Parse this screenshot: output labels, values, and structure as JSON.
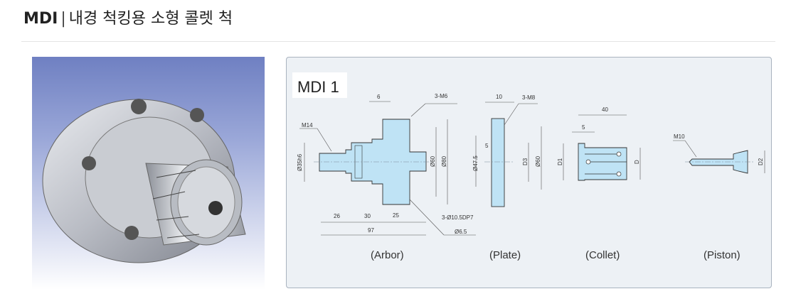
{
  "header": {
    "model": "MDI",
    "separator": "|",
    "subtitle": "내경 척킹용 소형 콜렛 척"
  },
  "diagram": {
    "model_label": "MDI 1",
    "arbor": {
      "caption": "(Arbor)",
      "dims": {
        "d6": "6",
        "m6": "3-M6",
        "m14": "M14",
        "d35": "Ø35h6",
        "d60": "Ø60",
        "d80": "Ø80",
        "l26": "26",
        "l30": "30",
        "l25": "25",
        "l97": "97",
        "dp7": "3-Ø10.5DP7",
        "d65": "Ø6.5"
      }
    },
    "plate": {
      "caption": "(Plate)",
      "dims": {
        "t10": "10",
        "m8": "3-M8",
        "d475": "Ø47.5",
        "s5": "5",
        "d3": "D3",
        "d60": "Ø60"
      }
    },
    "collet": {
      "caption": "(Collet)",
      "dims": {
        "l40": "40",
        "s5": "5",
        "d1": "D1",
        "d": "D"
      }
    },
    "piston": {
      "caption": "(Piston)",
      "dims": {
        "m10": "M10",
        "d2": "D2"
      }
    }
  },
  "colors": {
    "part_fill": "#bfe3f5",
    "panel_bg": "#edf1f5"
  }
}
